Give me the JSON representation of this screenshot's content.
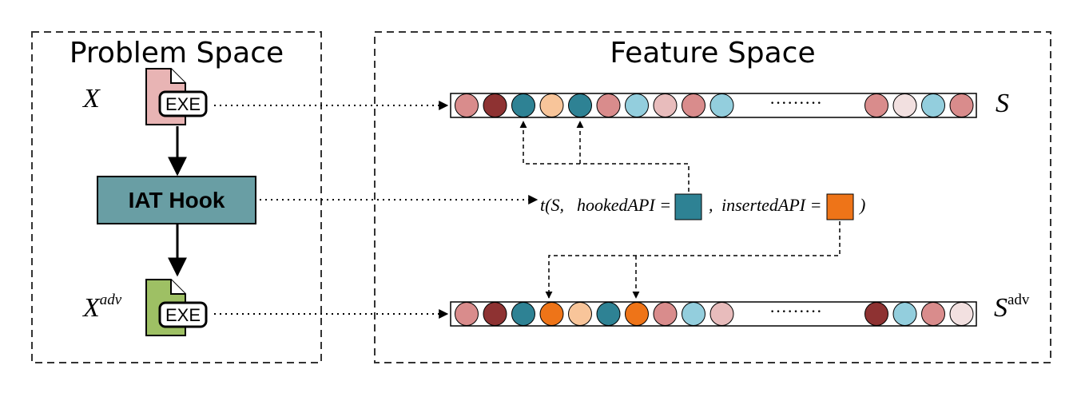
{
  "problem_space": {
    "title": "Problem Space",
    "x_label": "X",
    "xadv_label": "X",
    "xadv_sup": "adv",
    "exe_label_top": "EXE",
    "exe_label_bottom": "EXE",
    "hook_label": "IAT Hook"
  },
  "feature_space": {
    "title": "Feature Space",
    "s_label": "S",
    "sadv_label": "S",
    "sadv_sup": "adv",
    "ellipsis_top": "·········",
    "ellipsis_bottom": "·········",
    "formula": {
      "t_open": "t(S,",
      "hooked": "hookedAPI =",
      "comma": ",",
      "inserted": "insertedAPI =",
      "close": ")"
    }
  },
  "colors": {
    "c1": "#d98c8c",
    "c2": "#8e3232",
    "c3": "#2e8294",
    "c4": "#f8c59a",
    "c5": "#93cedd",
    "c6": "#e8bcbc",
    "c7": "#f2e0e0",
    "c8": "#ee7418",
    "hook_box": "#699ea4",
    "exe_pink": "#e8b4b4",
    "exe_green": "#9ec064"
  },
  "sequences": {
    "top_left": [
      "c1",
      "c2",
      "c3",
      "c4",
      "c3",
      "c1",
      "c5",
      "c6",
      "c1",
      "c5"
    ],
    "top_right": [
      "c1",
      "c7",
      "c5",
      "c1"
    ],
    "bottom_left": [
      "c1",
      "c2",
      "c3",
      "c8",
      "c4",
      "c3",
      "c8",
      "c1",
      "c5",
      "c6"
    ],
    "bottom_right": [
      "c2",
      "c5",
      "c1",
      "c7"
    ]
  }
}
